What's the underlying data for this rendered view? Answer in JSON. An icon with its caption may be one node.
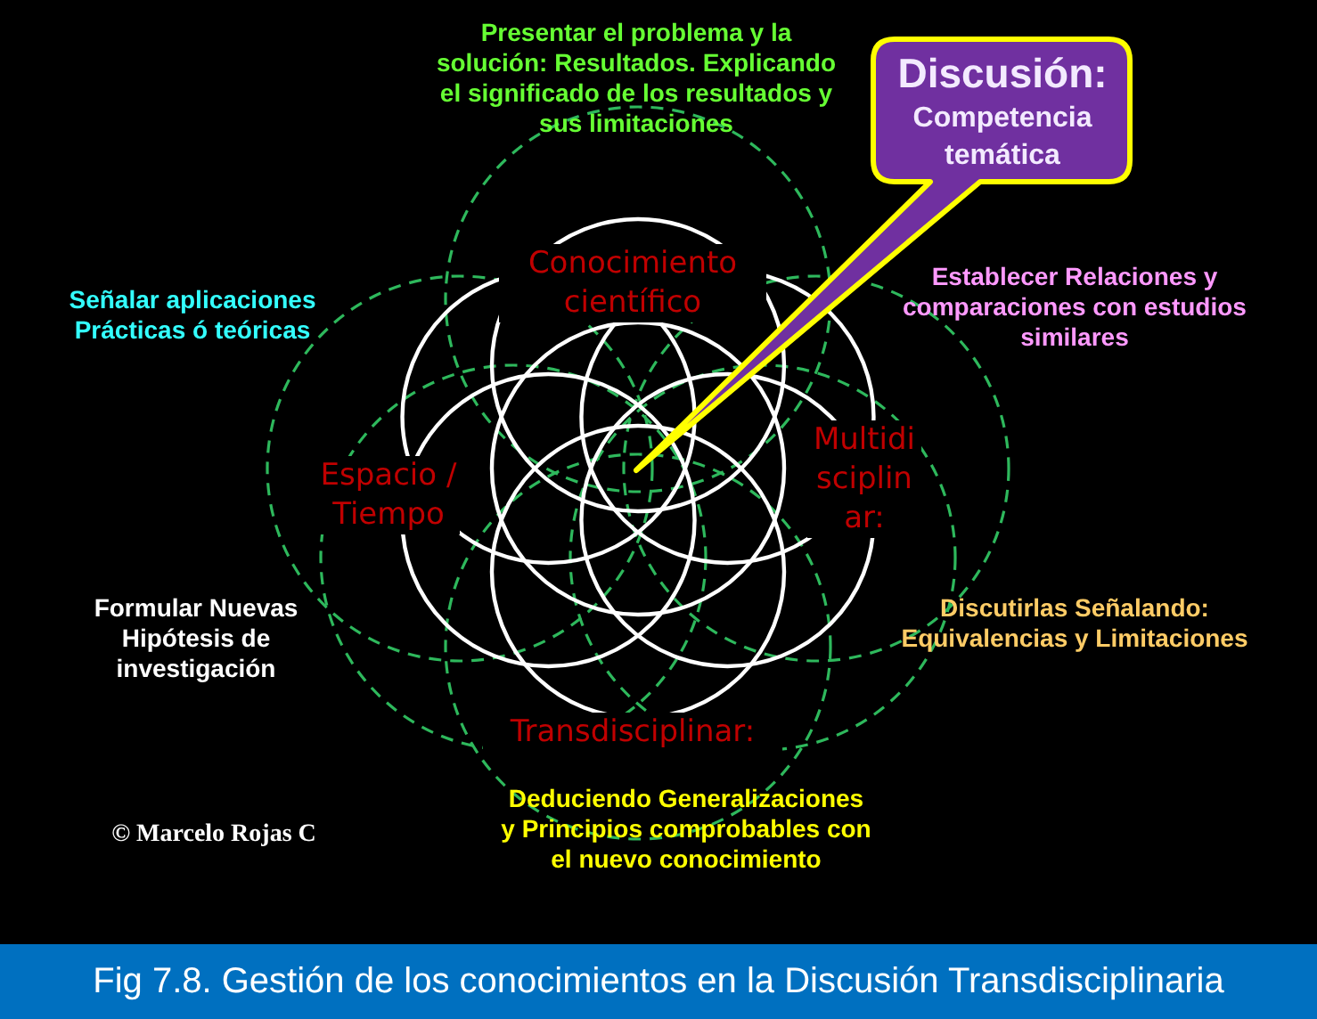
{
  "diagram": {
    "caption": "Fig 7.8. Gestión de los conocimientos en la Discusión Transdisciplinaria",
    "nodes": [
      {
        "text": [
          "Discusión:",
          "Competencia temática"
        ]
      }
    ],
    "labels": [
      "Presentar el problema y la solución: Resultados. Explicando el significado de los resultados y sus limitaciones",
      "Conocimiento científico",
      "Establecer Relaciones y comparaciones con estudios similares",
      "Señalar aplicaciones Prácticas ó teóricas",
      "Multidisciplinar:",
      "Espacio / Tiempo",
      "Formular Nuevas Hipótesis de investigación",
      "Discutirlas Señalando: Equivalencias y Limitaciones",
      "Transdisciplinar:",
      "Deduciendo Generalizaciones y Principios comprobables con el nuevo conocimiento",
      "© Marcelo Rojas C"
    ]
  }
}
